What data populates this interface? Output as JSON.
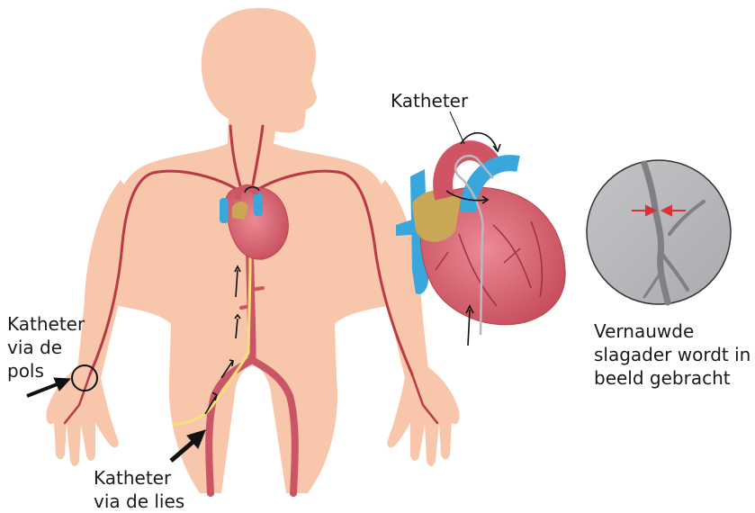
{
  "labels": {
    "wrist": "Katheter\nvia de\npols",
    "groin": "Katheter\nvia de lies",
    "catheter": "Katheter",
    "narrowed": "Vernauwde\nslagader wordt in\nbeeld gebracht"
  },
  "colors": {
    "skin": "#f8c6ab",
    "artery": "#b83a47",
    "catheter": "#f5e17a",
    "heart": "#d9606e",
    "vessel_blue": "#39a6dc",
    "fat": "#c9a757",
    "xray_bg": "#b6b8bb",
    "marker_red": "#d9303a",
    "arrow": "#111111"
  }
}
